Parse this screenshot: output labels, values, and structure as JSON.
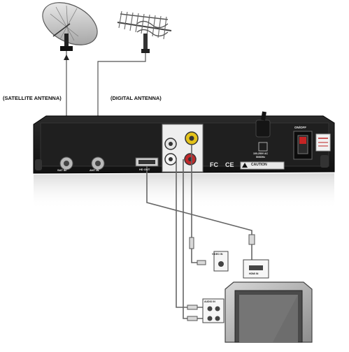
{
  "labels": {
    "satellite_antenna": "(SATELLITE ANTENNA)",
    "digital_antenna": "(DIGITAL ANTENNA)"
  },
  "rear_panel": {
    "on_off": "ON/OFF",
    "sat_in": "SAT IN",
    "ant_in": "ANT IN",
    "hdmi_out": "HD OUT",
    "rating": "100-250V AC",
    "rating_freq": "50/60Hz",
    "caution": "CAUTION",
    "fc": "FC",
    "ce": "CE"
  },
  "tv_ports": {
    "video_in": "VIDEO IN",
    "audio_in": "AUDIO IN",
    "hdmi_in": "HDMI IN"
  },
  "colors": {
    "panel": "#1b1b1b",
    "cable": "#666666",
    "rca_yellow": "#e3c21a",
    "rca_red": "#c0282a",
    "rca_white": "#f2f2f2"
  }
}
